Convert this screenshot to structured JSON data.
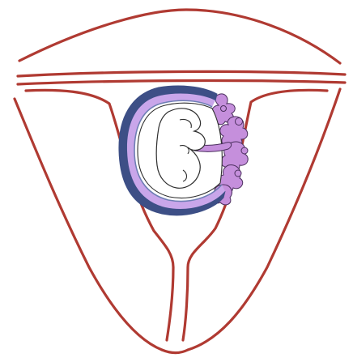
{
  "diagram": {
    "subject": "uterus-with-embryo-in-amniotic-sac",
    "colors": {
      "background": "#ffffff",
      "uterine_wall": "#b03a32",
      "sac_outer_membrane": "#3d4f86",
      "sac_fill": "#c9a6ea",
      "sac_inner_membrane": "#6f7fb5",
      "embryo_outline": "#2f2f2f",
      "embryo_fill": "#ffffff",
      "chorionic_villi": "#c58fdc",
      "villi_outline": "#4b2f5e"
    },
    "icons": [
      "uterus-outline",
      "amniotic-sac",
      "embryo",
      "chorionic-villi",
      "umbilical-stalk"
    ]
  }
}
